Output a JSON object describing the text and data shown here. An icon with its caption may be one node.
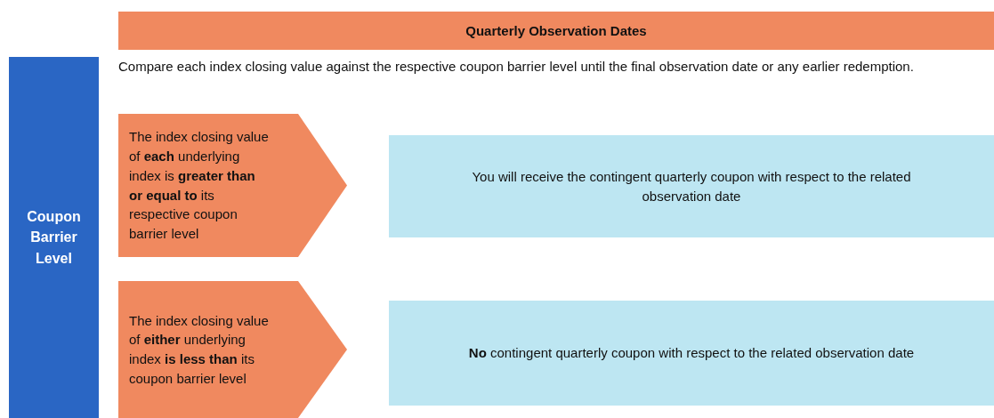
{
  "diagram": {
    "nodes": [
      {
        "text": [
          "Quarterly Observation Dates"
        ]
      },
      {
        "text": [
          "Coupon Barrier Level"
        ]
      },
      {
        "text": [
          "The index closing value of **each** underlying index is **greater than or equal to** its respective coupon barrier level"
        ]
      },
      {
        "text": [
          "You will receive the contingent quarterly coupon with respect to the related observation date"
        ]
      },
      {
        "text": [
          "The index closing value of **either** underlying index **is less than** its coupon barrier level"
        ]
      },
      {
        "text": [
          "**No** contingent quarterly coupon with respect to the related observation date"
        ]
      }
    ],
    "labels": [
      "Compare each index closing value against the respective coupon barrier level until the final observation date or any earlier redemption."
    ]
  }
}
